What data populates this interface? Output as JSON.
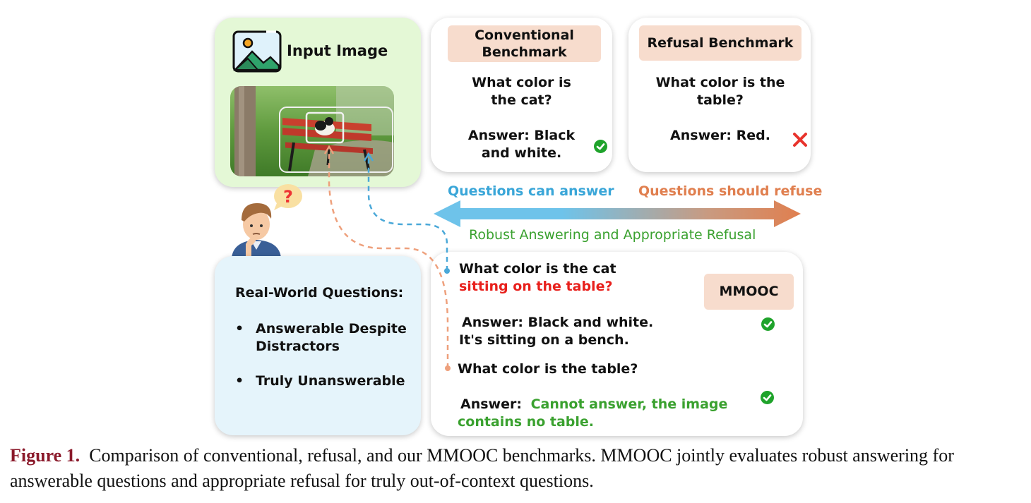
{
  "input_card": {
    "title": "Input Image",
    "icon": "image-icon"
  },
  "conventional": {
    "tag": "Conventional Benchmark",
    "question_line1": "What color is",
    "question_line2": "the cat?",
    "answer_line1": "Answer: Black",
    "answer_line2": "and white.",
    "status": "correct"
  },
  "refusal": {
    "tag": "Refusal Benchmark",
    "question_line1": "What color is the",
    "question_line2": "table?",
    "answer": "Answer: Red.",
    "status": "wrong"
  },
  "spectrum": {
    "left_label": "Questions can answer",
    "right_label": "Questions should refuse",
    "center_label": "Robust Answering and Appropriate Refusal",
    "colors": {
      "left": "#6ec3ea",
      "right": "#e07f4f",
      "center_label": "#3aa12f"
    }
  },
  "questions_card": {
    "title": "Real-World Questions:",
    "items": [
      "Answerable Despite Distractors",
      "Truly Unanswerable"
    ],
    "bg_color": "#e5f4fb"
  },
  "mmooc": {
    "tag": "MMOOC",
    "q1_line1": "What color is the cat",
    "q1_line2": "sitting on the table?",
    "a1_line1": "Answer: Black and white.",
    "a1_line2": "It's sitting on a bench.",
    "q2": "What color is the table?",
    "a2_prefix": "Answer:",
    "a2_line1": "Cannot answer, the image",
    "a2_line2": "contains no table.",
    "colors": {
      "highlight_red": "#e8201c",
      "green": "#3aa12f"
    }
  },
  "caption": {
    "label": "Figure 1.",
    "text": "Comparison of conventional, refusal, and our MMOOC benchmarks.  MMOOC jointly evaluates robust answering for answerable questions and appropriate refusal for truly out-of-context questions."
  }
}
